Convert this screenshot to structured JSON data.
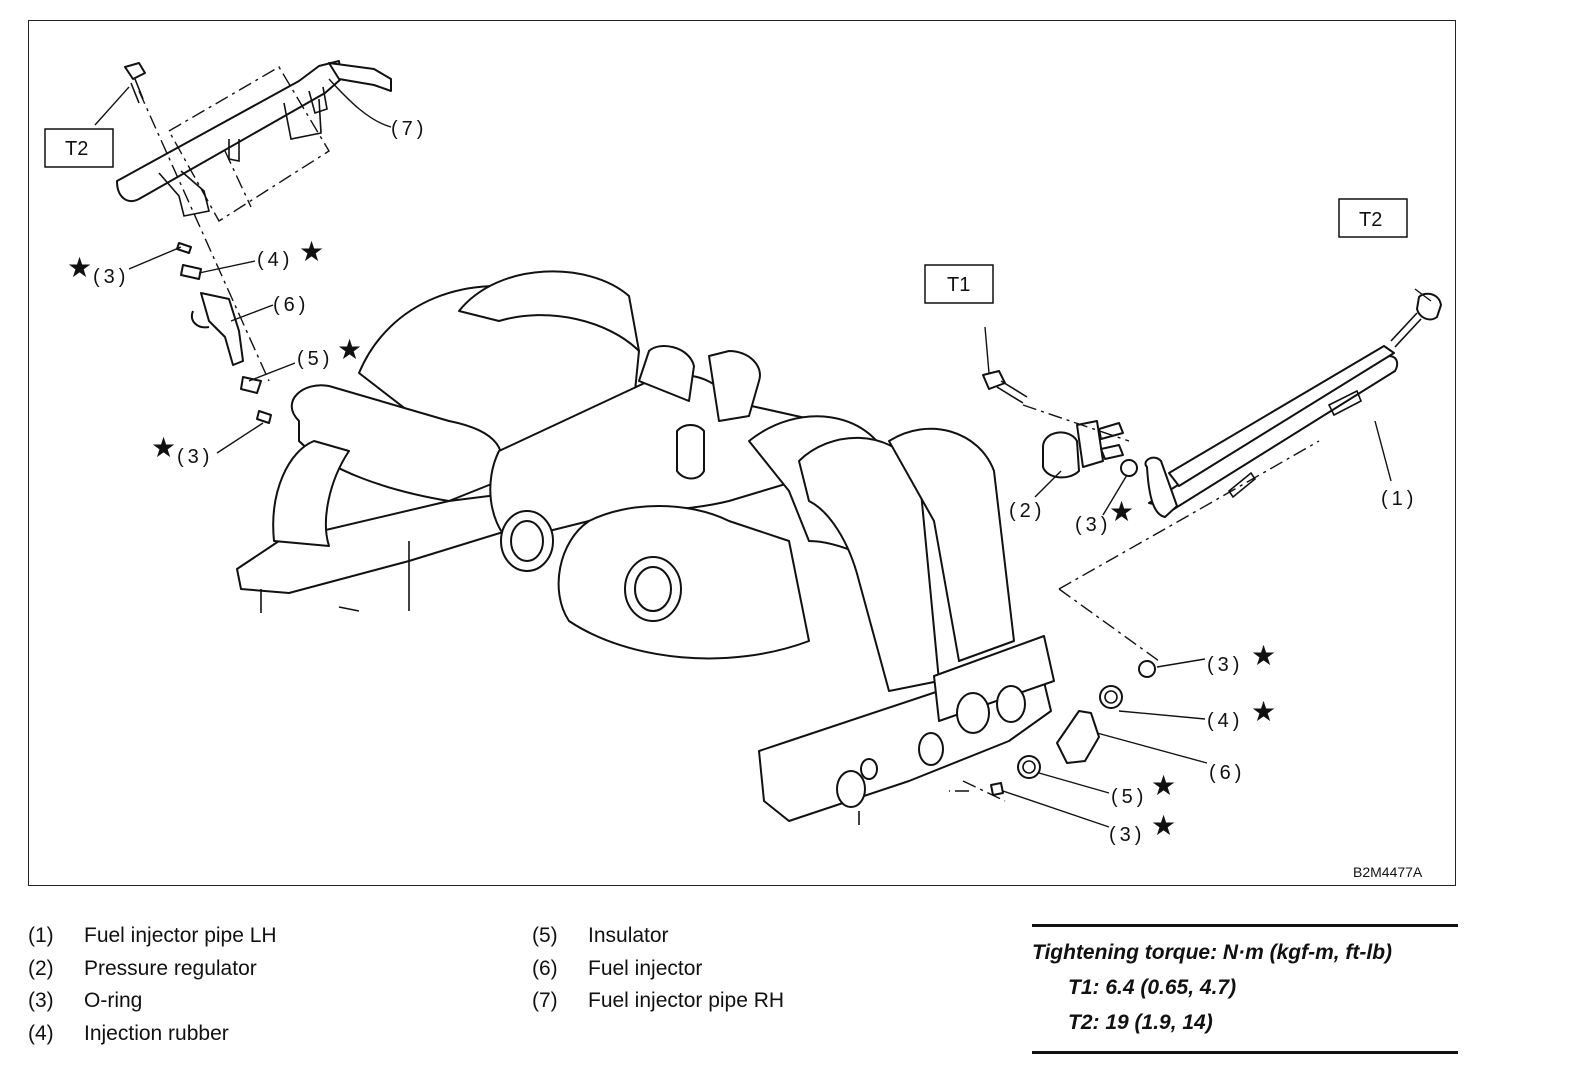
{
  "diagram": {
    "figure_code": "B2M4477A",
    "torque_boxes": [
      "T2",
      "T1",
      "T2"
    ],
    "callouts": [
      "(7)",
      "(3)",
      "(4)",
      "(6)",
      "(5)",
      "(3)",
      "(2)",
      "(3)",
      "(1)",
      "(3)",
      "(4)",
      "(6)",
      "(5)",
      "(3)"
    ],
    "star_symbol": "★"
  },
  "legend": {
    "left": [
      {
        "num": "(1)",
        "label": "Fuel injector pipe LH"
      },
      {
        "num": "(2)",
        "label": "Pressure regulator"
      },
      {
        "num": "(3)",
        "label": "O-ring"
      },
      {
        "num": "(4)",
        "label": "Injection rubber"
      }
    ],
    "right": [
      {
        "num": "(5)",
        "label": "Insulator"
      },
      {
        "num": "(6)",
        "label": "Fuel injector"
      },
      {
        "num": "(7)",
        "label": "Fuel injector pipe RH"
      }
    ]
  },
  "torque": {
    "title": "Tightening torque: N·m (kgf-m, ft-lb)",
    "t1": "T1: 6.4 (0.65, 4.7)",
    "t2": "T2: 19 (1.9, 14)"
  }
}
